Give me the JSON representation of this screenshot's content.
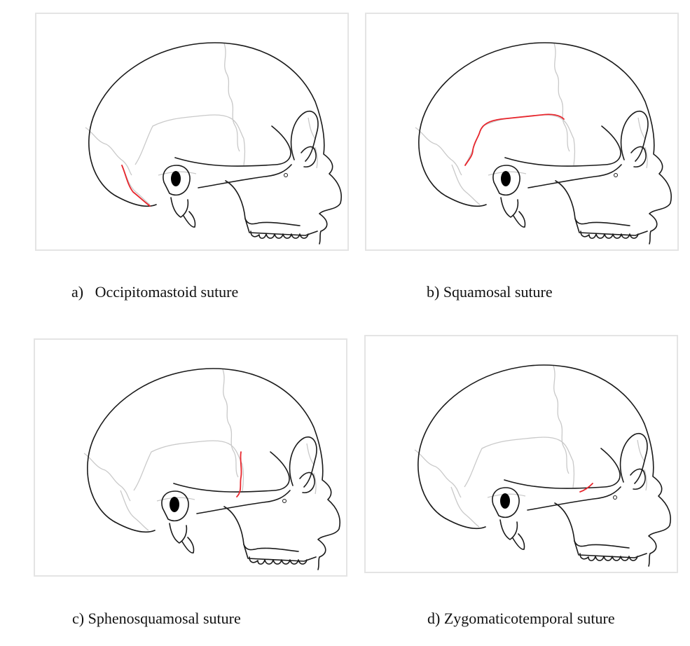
{
  "figure": {
    "panels": [
      {
        "id": "a",
        "caption": "a)   Occipitomastoid suture",
        "highlight": "occipitomastoid"
      },
      {
        "id": "b",
        "caption": "b) Squamosal suture",
        "highlight": "squamosal"
      },
      {
        "id": "c",
        "caption": "c) Sphenosquamosal suture",
        "highlight": "sphenosquamosal"
      },
      {
        "id": "d",
        "caption": "d) Zygomaticotemporal suture",
        "highlight": "zygomaticotemporal"
      }
    ],
    "colors": {
      "outline": "#1a1a1a",
      "suture": "#c9c9c9",
      "highlight": "#e8262d",
      "panel_border": "#e4e4e4"
    }
  }
}
